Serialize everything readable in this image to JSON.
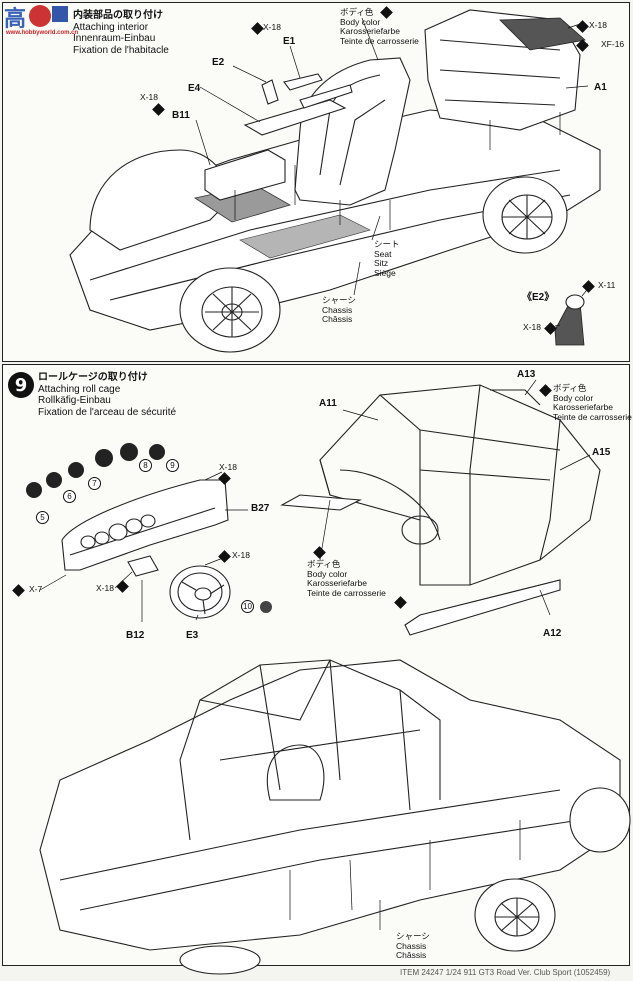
{
  "logo": {
    "glyphs": "高  ",
    "sub": "www.hobbyworld.com.cn"
  },
  "step8": {
    "title_jp": "内装部品の取り付け",
    "title_en": "Attaching interior",
    "title_de": "Innenraum-Einbau",
    "title_fr": "Fixation de l'habitacle",
    "body_color": [
      "ボディ色",
      "Body color",
      "Karosseriefarbe",
      "Teinte de carrosserie"
    ],
    "seat": [
      "シート",
      "Seat",
      "Sitz",
      "Siège"
    ],
    "chassis": [
      "シャーシ",
      "Chassis",
      "Châssis"
    ],
    "parts": {
      "e1": "E1",
      "e2": "E2",
      "e4": "E4",
      "b11": "B11",
      "a1": "A1",
      "e2_box": "《E2》"
    },
    "screws": {
      "x18a": "X-18",
      "x18b": "X-18",
      "x18c": "X-18",
      "x18d": "X-18",
      "xf16": "XF-16",
      "x11": "X-11"
    }
  },
  "step9": {
    "number": "9",
    "title_jp": "ロールケージの取り付け",
    "title_en": "Attaching roll cage",
    "title_de": "Rollkäfig-Einbau",
    "title_fr": "Fixation de l'arceau de sécurité",
    "body_color_top": [
      "ボディ色",
      "Body color",
      "Karosseriefarbe",
      "Teinte de carrosserie"
    ],
    "body_color_left": [
      "ボディ色",
      "Body color",
      "Karosseriefarbe",
      "Teinte de carrosserie"
    ],
    "chassis": [
      "シャーシ",
      "Chassis",
      "Châssis"
    ],
    "parts": {
      "a11": "A11",
      "a13": "A13",
      "a15": "A15",
      "a12": "A12",
      "b27": "B27",
      "b12": "B12",
      "e3": "E3"
    },
    "screws": {
      "x18a": "X-18",
      "x18b": "X-18",
      "x18c": "X-18",
      "x7": "X-7"
    },
    "decals": [
      "5",
      "6",
      "7",
      "8",
      "9",
      "10"
    ]
  },
  "footer": "ITEM 24247 1/24 911 GT3 Road Ver. Club Sport (1052459)"
}
